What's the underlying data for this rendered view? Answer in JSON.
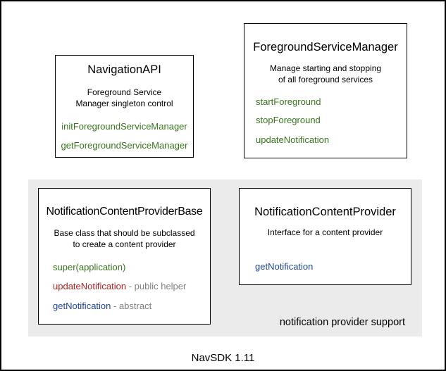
{
  "colors": {
    "green": "#38761d",
    "red": "#b22222",
    "blue": "#1f4699",
    "gray": "#808080",
    "panel_bg": "#ebebeb"
  },
  "boxes": {
    "navigation_api": {
      "title": "NavigationAPI",
      "description": [
        "Foreground Service",
        "Manager singleton control"
      ],
      "methods": [
        {
          "label": "initForegroundServiceManager",
          "color": "green"
        },
        {
          "label": "getForegroundServiceManager",
          "color": "green"
        }
      ]
    },
    "foreground_service_manager": {
      "title": "ForegroundServiceManager",
      "description": [
        "Manage starting and stopping",
        "of all foreground services"
      ],
      "methods": [
        {
          "label": "startForeground",
          "color": "green"
        },
        {
          "label": "stopForeground",
          "color": "green"
        },
        {
          "label": "updateNotification",
          "color": "green"
        }
      ]
    },
    "notification_content_provider_base": {
      "title": "NotificationContentProviderBase",
      "description": [
        "Base class that should be subclassed",
        "to create a content provider"
      ],
      "methods": [
        {
          "label": "super(application)",
          "color": "green",
          "suffix": ""
        },
        {
          "label": "updateNotification",
          "color": "red",
          "suffix": " - public helper"
        },
        {
          "label": "getNotification",
          "color": "blue",
          "suffix": " - abstract"
        }
      ]
    },
    "notification_content_provider": {
      "title": "NotificationContentProvider",
      "description": [
        "Interface for a content provider"
      ],
      "methods": [
        {
          "label": "getNotification",
          "color": "blue"
        }
      ]
    }
  },
  "panel_label": "notification provider support",
  "caption": "NavSDK 1.11"
}
